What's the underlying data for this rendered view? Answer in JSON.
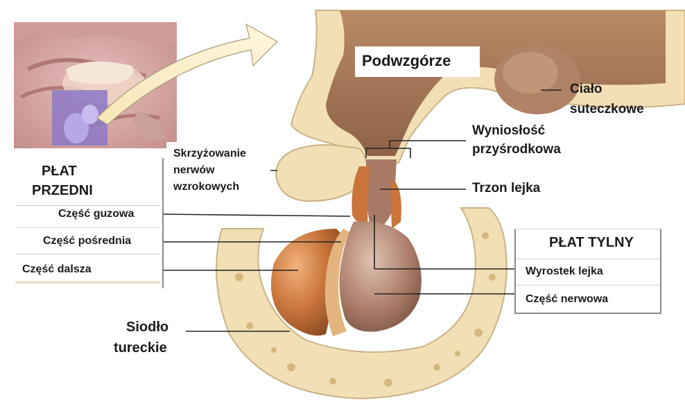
{
  "labels": {
    "hypothalamus": "Podwzgórze",
    "mammillary_line1": "Ciało",
    "mammillary_line2": "suteczkowe",
    "median_eminence_line1": "Wyniosłość",
    "median_eminence_line2": "przyśrodkowa",
    "optic_chiasm_line1": "Skrzyżowanie",
    "optic_chiasm_line2": "nerwów",
    "optic_chiasm_line3": "wzrokowych",
    "infundibular_stalk": "Trzon lejka",
    "sella_line1": "Siodło",
    "sella_line2": "tureckie"
  },
  "anterior_lobe": {
    "title_line1": "PŁAT",
    "title_line2": "PRZEDNI",
    "parts": [
      "Część guzowa",
      "Część pośrednia",
      "Część dalsza"
    ]
  },
  "posterior_lobe": {
    "title": "PŁAT TYLNY",
    "parts": [
      "Wyrostek  lejka",
      "Część nerwowa"
    ]
  },
  "colors": {
    "anterior_lobe": "#c8743a",
    "intermediate": "#e3b47e",
    "posterior_lobe": "#a87a66",
    "bone": "#f2dfb6",
    "hypothalamus": "#a8785c"
  }
}
